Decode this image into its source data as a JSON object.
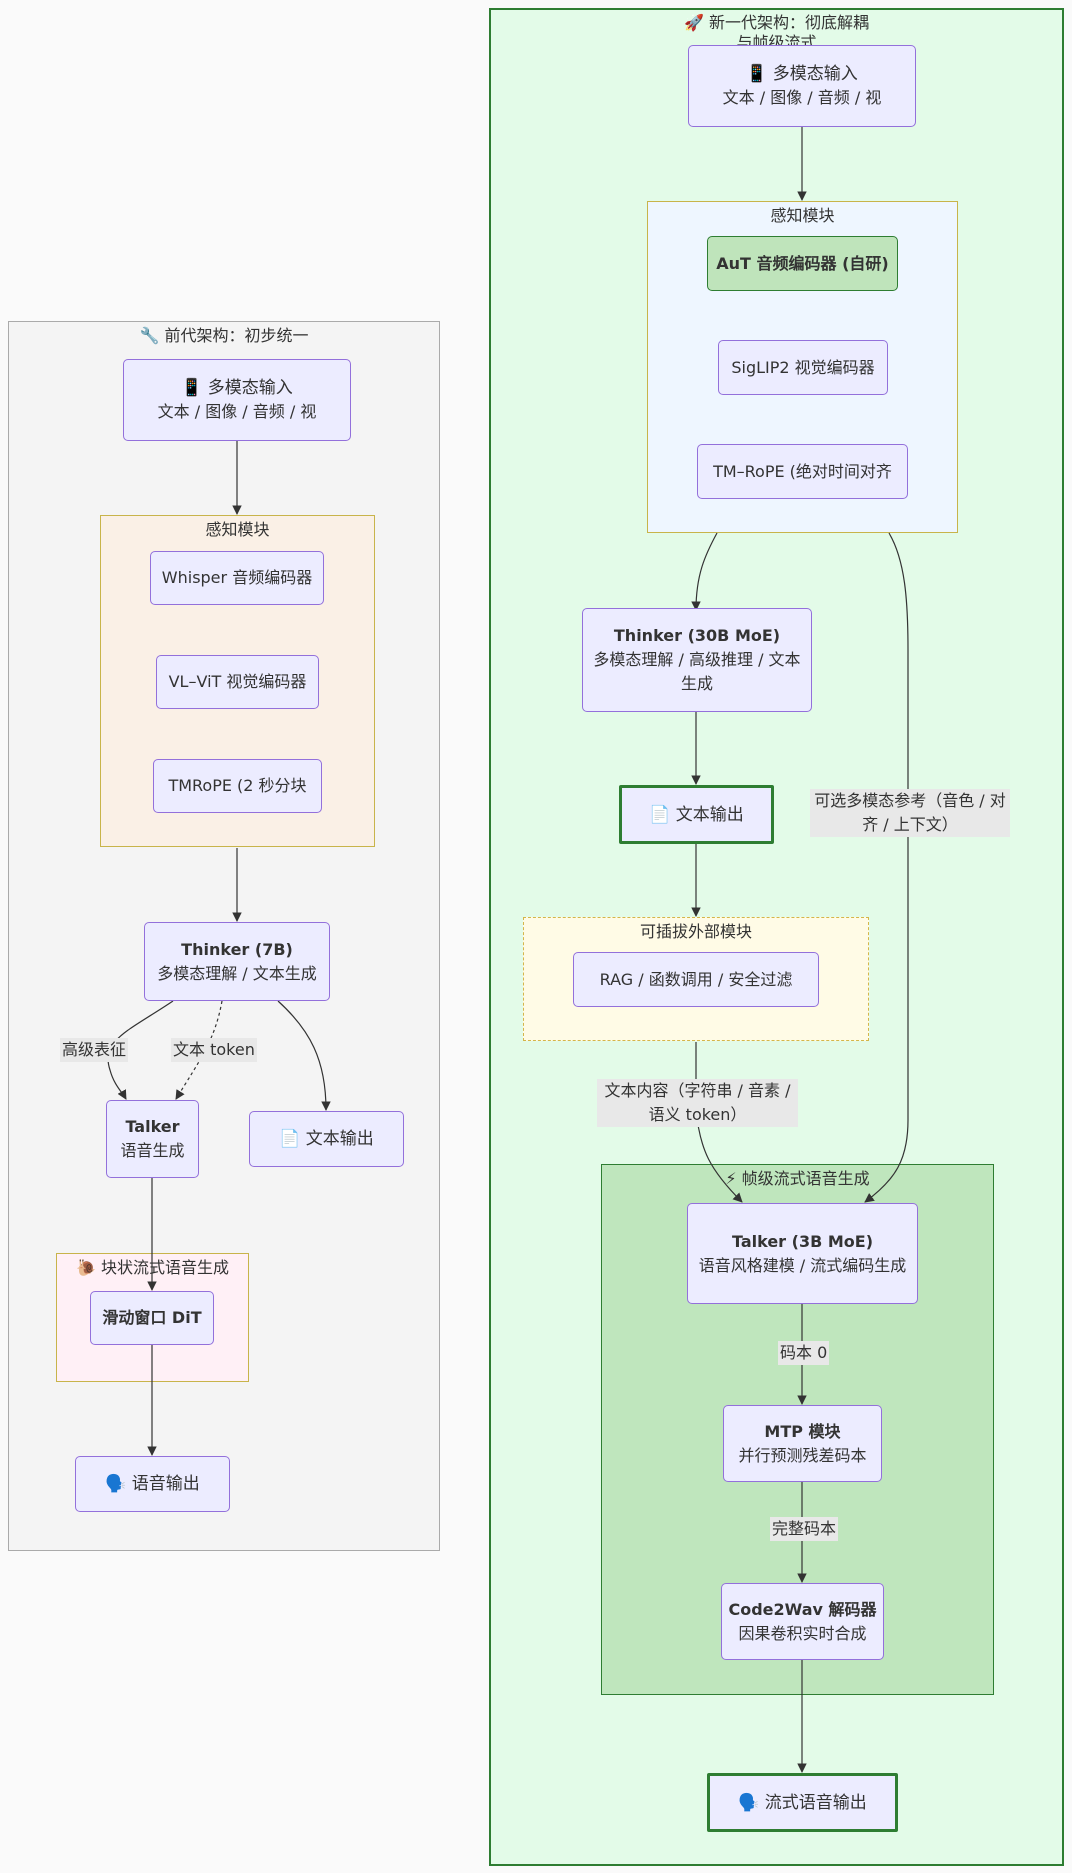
{
  "legacy": {
    "title": "🔧 前代架构：初步统一",
    "input": {
      "title": "📱 多模态输入",
      "sub": "文本 / 图像 / 音频 / 视"
    },
    "perception": {
      "title": "感知模块",
      "items": [
        "Whisper 音频编码器",
        "VL–ViT 视觉编码器",
        "TMRoPE (2 秒分块"
      ]
    },
    "thinker": {
      "title": "Thinker (7B)",
      "sub": "多模态理解 / 文本生成"
    },
    "talker": {
      "title": "Talker",
      "sub": "语音生成"
    },
    "text_out": "📄 文本输出",
    "stream": {
      "title": "🐌 块状流式语音生成",
      "node": "滑动窗口 DiT"
    },
    "speech_out": "🗣️ 语音输出",
    "edge_labels": {
      "high": "高级表征",
      "token": "文本 token"
    }
  },
  "next": {
    "title_line1": "🚀 新一代架构：彻底解耦",
    "title_line2": "与帧级流式",
    "input": {
      "title": "📱 多模态输入",
      "sub": "文本 / 图像 / 音频 / 视"
    },
    "perception": {
      "title": "感知模块",
      "aut": "AuT 音频编码器 (自研)",
      "items": [
        "SigLIP2 视觉编码器",
        "TM–RoPE (绝对时间对齐"
      ]
    },
    "thinker": {
      "title": "Thinker (30B MoE)",
      "sub": "多模态理解 / 高级推理 / 文本生成"
    },
    "text_out": "📄 文本输出",
    "plugin": {
      "title": "可插拔外部模块",
      "node": "RAG / 函数调用 / 安全过滤"
    },
    "stream": {
      "title": "⚡ 帧级流式语音生成",
      "talker": {
        "title": "Talker (3B MoE)",
        "sub": "语音风格建模 / 流式编码生成"
      },
      "mtp": {
        "title": "MTP 模块",
        "sub": "并行预测残差码本"
      },
      "code2wav": {
        "title": "Code2Wav 解码器",
        "sub": "因果卷积实时合成"
      }
    },
    "speech_out": "🗣️ 流式语音输出",
    "edge_labels": {
      "ref": "可选多模态参考（音色 / 对齐 / 上下文）",
      "content": "文本内容（字符串 / 音素 / 语义 token）",
      "cb0": "码本 0",
      "full": "完整码本"
    }
  },
  "colors": {
    "node_fill": "#ececff",
    "node_border": "#9370db",
    "legacy_bg": "#f4f4f4",
    "next_bg": "#e3fbe8",
    "accent_green": "#2e7d32"
  }
}
